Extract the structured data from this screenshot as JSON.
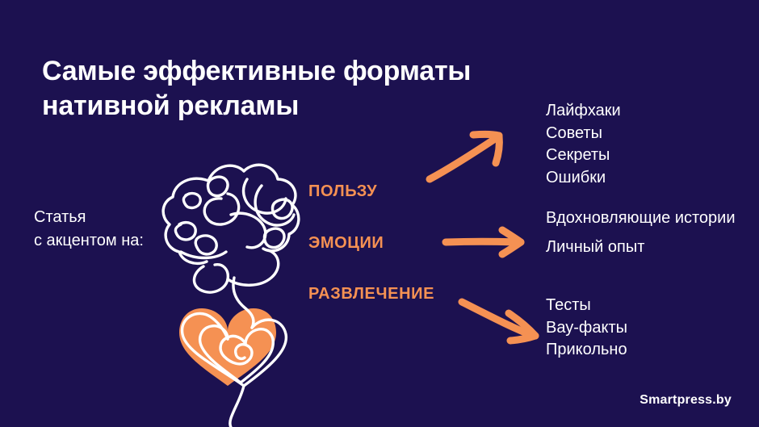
{
  "colors": {
    "background": "#1c1150",
    "text_primary": "#ffffff",
    "accent_orange": "#f59153",
    "heart_fill": "#f59153"
  },
  "title": {
    "line1": "Самые эффективные форматы",
    "line2": "нативной рекламы"
  },
  "left_caption": {
    "line1": "Статья",
    "line2": "с акцентом на:"
  },
  "illustration": {
    "name": "brain-heart-line-drawing",
    "description": "Непрерывная белая линия: мозг, переходящий в сердце",
    "heart_color": "#f59153"
  },
  "categories": [
    {
      "id": "polzu",
      "label": "ПОЛЬЗУ"
    },
    {
      "id": "emocii",
      "label": "ЭМОЦИИ"
    },
    {
      "id": "razvlechenie",
      "label": "РАЗВЛЕЧЕНИЕ"
    }
  ],
  "arrows": [
    {
      "id": "arrow-up-right",
      "direction": "up-right"
    },
    {
      "id": "arrow-right",
      "direction": "right"
    },
    {
      "id": "arrow-down-right",
      "direction": "down-right"
    }
  ],
  "result_groups": [
    {
      "id": "group-polzu",
      "items": [
        "Лайфхаки",
        "Советы",
        "Секреты",
        "Ошибки"
      ]
    },
    {
      "id": "group-emocii",
      "items": [
        "Вдохновляющие истории",
        "Личный опыт"
      ]
    },
    {
      "id": "group-razvlechenie",
      "items": [
        "Тесты",
        "Вау-факты",
        "Прикольно"
      ]
    }
  ],
  "footer": {
    "logo": "Smartpress.by"
  }
}
